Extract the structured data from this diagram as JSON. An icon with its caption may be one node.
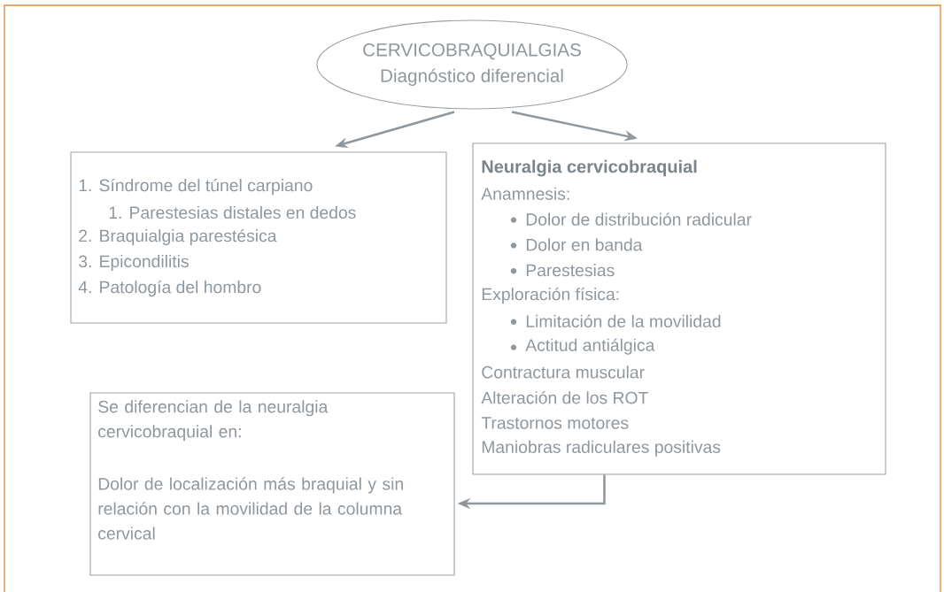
{
  "diagram": {
    "nodes": [
      {
        "text": [
          "CERVICOBRAQUIALGIAS",
          "Diagnóstico diferencial"
        ]
      },
      {
        "text": [
          "1. Síndrome del túnel carpiano",
          "1. Parestesias distales en dedos",
          "2. Braquialgia parestésica",
          "3. Epicondilitis",
          "4. Patología del hombro"
        ]
      },
      {
        "text": [
          "Neuralgia cervicobraquial",
          "Anamnesis:",
          "Dolor de distribución radicular",
          "Dolor en banda",
          "Parestesias",
          "Exploración física:",
          "Limitación de la movilidad",
          "Actitud antiálgica",
          "Contractura muscular",
          "Alteración de los ROT",
          "Trastornos motores",
          "Maniobras radiculares positivas"
        ]
      },
      {
        "text": [
          "Se diferencian de la neuralgia cervicobraquial en:",
          "Dolor de localización más braquial y sin relación con la movilidad de la columna cervical"
        ]
      }
    ],
    "edges": [
      {
        "from": 0,
        "to": 1,
        "arrow": "to"
      },
      {
        "from": 0,
        "to": 2,
        "arrow": "to"
      },
      {
        "from": 2,
        "to": 3,
        "arrow": "to"
      }
    ]
  }
}
